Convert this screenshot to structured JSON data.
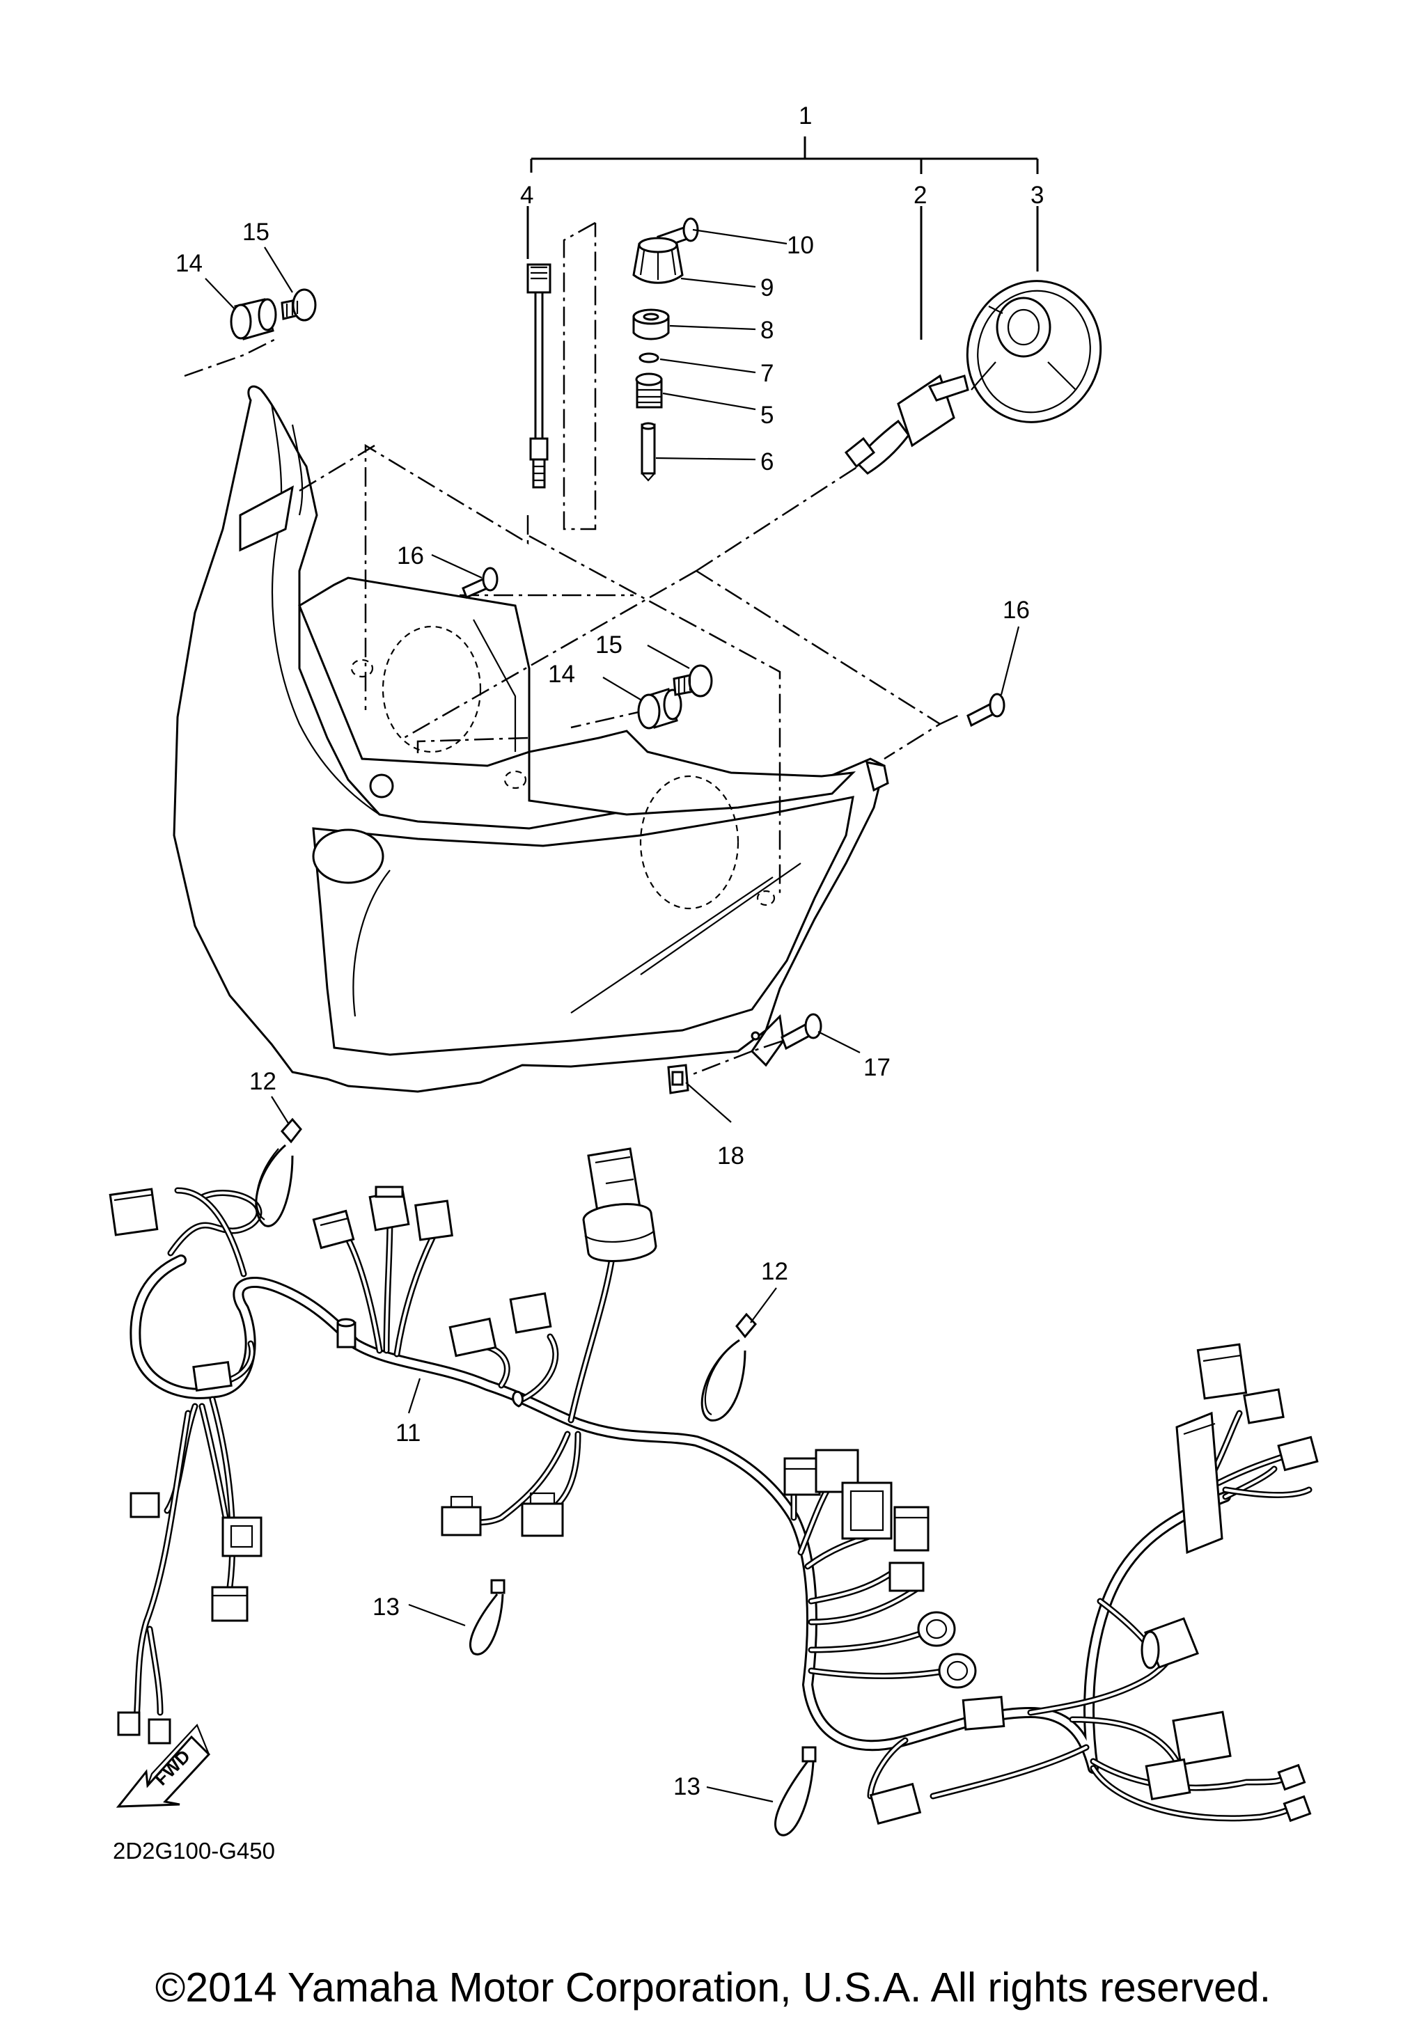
{
  "diagram": {
    "callouts": [
      "1",
      "2",
      "3",
      "4",
      "5",
      "6",
      "7",
      "8",
      "9",
      "10",
      "11",
      "12",
      "12",
      "13",
      "13",
      "14",
      "14",
      "15",
      "15",
      "16",
      "16",
      "17",
      "18"
    ],
    "diagram_code": "2D2G100-G450",
    "direction_label": "FWD",
    "copyright": "©2014 Yamaha Motor Corporation, U.S.A. All rights reserved."
  }
}
